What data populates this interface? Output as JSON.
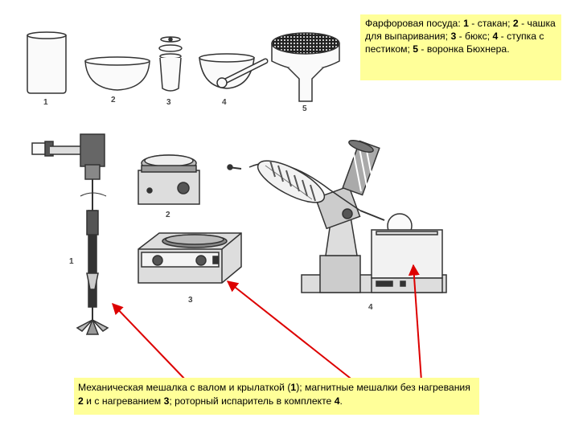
{
  "porcelain_caption": {
    "p1": "Фарфоровая посуда: ",
    "n1": "1",
    "p2": " - стакан; ",
    "n2": "2",
    "p3": " - чашка для выпаривания; ",
    "n3": "3",
    "p4": " - бюкс; ",
    "n4": "4",
    "p5": " - ступка с пестиком; ",
    "n5": "5",
    "p6": " - воронка Бюхнера."
  },
  "equipment_caption": {
    "p1": "Механическая мешалка с валом и крылаткой (",
    "n1": "1",
    "p2": "); магнитные мешалки без нагревания ",
    "n2": "2",
    "p3": " и с нагреванием ",
    "n3": "3",
    "p4": "; роторный испаритель в комплекте ",
    "n4": "4",
    "p5": "."
  },
  "porcelain_labels": [
    "1",
    "2",
    "3",
    "4",
    "5"
  ],
  "equipment_labels": [
    "1",
    "2",
    "3",
    "4"
  ],
  "colors": {
    "note_background": "#ffff99",
    "arrow": "#dd0000"
  }
}
